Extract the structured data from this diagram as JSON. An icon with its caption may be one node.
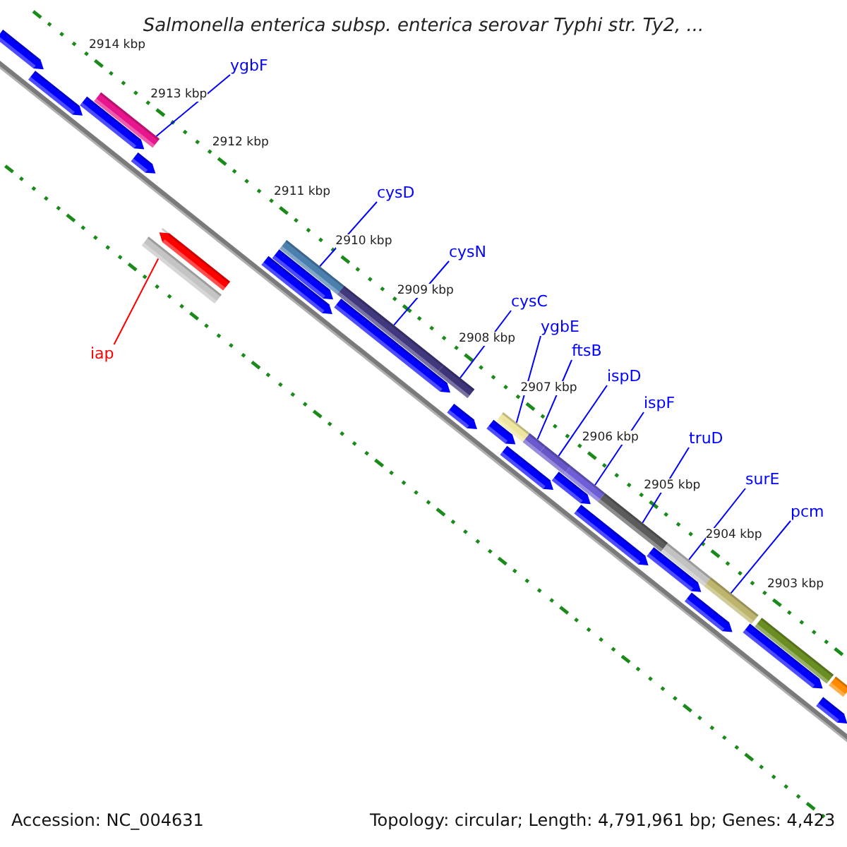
{
  "diagram": {
    "title": "Salmonella enterica subsp. enterica serovar Typhi str. Ty2, ...",
    "nodes": [
      {
        "text": [],
        "shape": "bar"
      },
      {
        "text": [],
        "shape": "bar"
      },
      {
        "text": [],
        "shape": "bar"
      },
      {
        "text": [
          "ygbF"
        ]
      },
      {
        "text": [],
        "shape": "bar"
      },
      {
        "text": [],
        "shape": "bar"
      },
      {
        "text": [],
        "shape": "bar"
      },
      {
        "text": [
          "iap"
        ]
      },
      {
        "text": [],
        "shape": "bar"
      },
      {
        "text": [],
        "shape": "bar"
      },
      {
        "text": [],
        "shape": "bar"
      },
      {
        "text": [
          "cysD"
        ]
      },
      {
        "text": [],
        "shape": "bar"
      },
      {
        "text": [
          "cysN"
        ]
      },
      {
        "text": [],
        "shape": "bar"
      },
      {
        "text": [
          "cysC"
        ]
      },
      {
        "text": [],
        "shape": "bar"
      },
      {
        "text": [],
        "shape": "bar"
      },
      {
        "text": [],
        "shape": "bar"
      },
      {
        "text": [
          "ygbE"
        ]
      },
      {
        "text": [],
        "shape": "bar"
      },
      {
        "text": [],
        "shape": "bar"
      },
      {
        "text": [
          "ftsB"
        ]
      },
      {
        "text": [],
        "shape": "bar"
      },
      {
        "text": [
          "ispD"
        ]
      },
      {
        "text": [],
        "shape": "bar"
      },
      {
        "text": [
          "ispF"
        ]
      },
      {
        "text": [],
        "shape": "bar"
      },
      {
        "text": [],
        "shape": "bar"
      },
      {
        "text": [],
        "shape": "bar"
      },
      {
        "text": [
          "truD"
        ]
      },
      {
        "text": [],
        "shape": "bar"
      },
      {
        "text": [],
        "shape": "bar"
      },
      {
        "text": [
          "surE"
        ]
      },
      {
        "text": [],
        "shape": "bar"
      },
      {
        "text": [],
        "shape": "bar"
      },
      {
        "text": [
          "pcm"
        ]
      },
      {
        "text": [],
        "shape": "bar"
      },
      {
        "text": [],
        "shape": "bar"
      },
      {
        "text": [],
        "shape": "bar"
      },
      {
        "text": [],
        "shape": "bar"
      },
      {
        "text": [],
        "shape": "bar"
      },
      {
        "text": [],
        "shape": "bar"
      }
    ],
    "edges": [
      {
        "from": 3,
        "to": 4,
        "arrow": "none"
      },
      {
        "from": 7,
        "to": 8,
        "arrow": "none",
        "color": "#ff0000"
      },
      {
        "from": 11,
        "to": 12,
        "arrow": "none"
      },
      {
        "from": 13,
        "to": 14,
        "arrow": "none"
      },
      {
        "from": 15,
        "to": 16,
        "arrow": "none"
      },
      {
        "from": 19,
        "to": 20,
        "arrow": "none"
      },
      {
        "from": 22,
        "to": 23,
        "arrow": "none"
      },
      {
        "from": 24,
        "to": 25,
        "arrow": "none"
      },
      {
        "from": 26,
        "to": 27,
        "arrow": "none"
      },
      {
        "from": 30,
        "to": 31,
        "arrow": "none"
      },
      {
        "from": 33,
        "to": 34,
        "arrow": "none"
      },
      {
        "from": 36,
        "to": 37,
        "arrow": "none"
      }
    ],
    "labels": [
      "2914 kbp",
      "2913 kbp",
      "2912 kbp",
      "2911 kbp",
      "2910 kbp",
      "2909 kbp",
      "2908 kbp",
      "2907 kbp",
      "2906 kbp",
      "2905 kbp",
      "2904 kbp",
      "2903 kbp",
      "Accession: NC_004631",
      "Topology: circular; Length: 4,791,961 bp; Genes: 4,423"
    ]
  }
}
